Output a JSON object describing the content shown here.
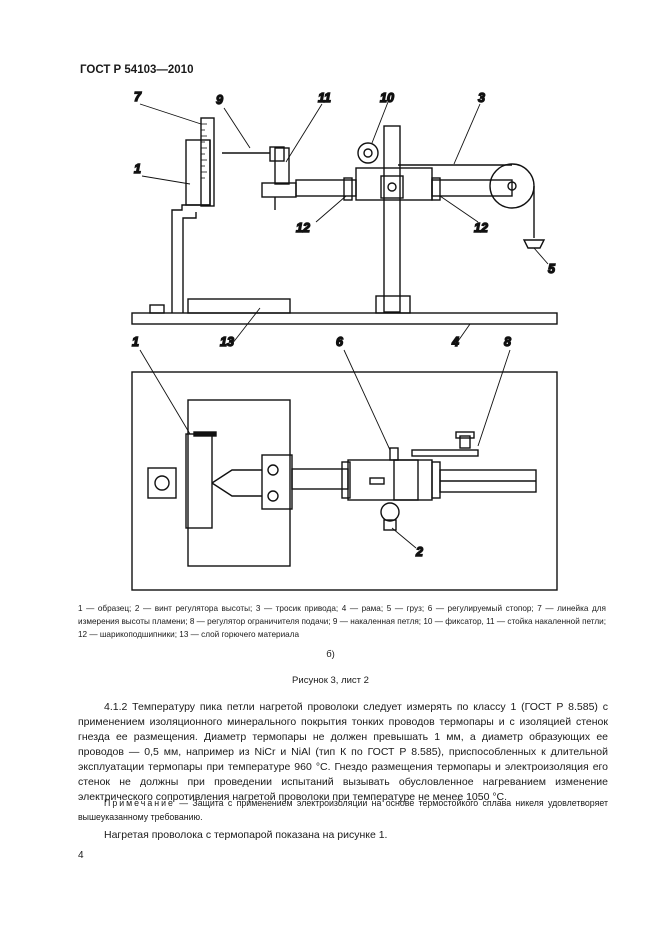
{
  "header": {
    "doc_code": "ГОСТ Р 54103—2010"
  },
  "figure": {
    "callouts_top": [
      "7",
      "9",
      "11",
      "10",
      "3",
      "1",
      "12",
      "12",
      "5",
      "13",
      "4"
    ],
    "callouts_bottom": [
      "1",
      "6",
      "8",
      "2"
    ],
    "legend": [
      "1 — образец;",
      "2 — винт регулятора высоты;",
      "3 — тросик привода;",
      "4 — рама;",
      "5 — груз;",
      "6 — регулируемый стопор;",
      "7 — линейка для измерения высоты пламени;",
      "8 — регулятор ограничителя подачи;",
      "9 — накаленная петля;",
      "10 — фиксатор,",
      "11 — стойка накаленной петли;",
      "12 — шарикоподшипники;",
      "13 — слой горючего материала"
    ],
    "sub_label": "б)",
    "caption": "Рисунок 3, лист 2"
  },
  "section": {
    "paragraph_1": "4.1.2 Температуру пика петли нагретой проволоки следует измерять по классу 1 (ГОСТ Р 8.585) с применением изоляционного минерального покрытия тонких проводов термопары и с изоляцией стенок гнезда ее размещения. Диаметр термопары не должен превышать 1 мм, а диаметр образующих ее проводов — 0,5 мм, например из NiCr и NiAl (тип К по ГОСТ Р 8.585), приспособленных к длительной эксплуатации термопары при температуре 960 °С. Гнездо размещения термопары и электроизоляция его стенок не должны при проведении испытаний вызывать обусловленное нагреванием изменение электрического сопротивления нагретой проволоки при температуре не менее 1050 °С.",
    "note_label": "Примечание",
    "note_text": " — Защита с применением электроизоляции на основе термостойкого сплава никеля удовлетворяет вышеуказанному требованию.",
    "paragraph_2": "Нагретая проволока с термопарой показана на рисунке 1."
  },
  "footer": {
    "page_number": "4"
  }
}
